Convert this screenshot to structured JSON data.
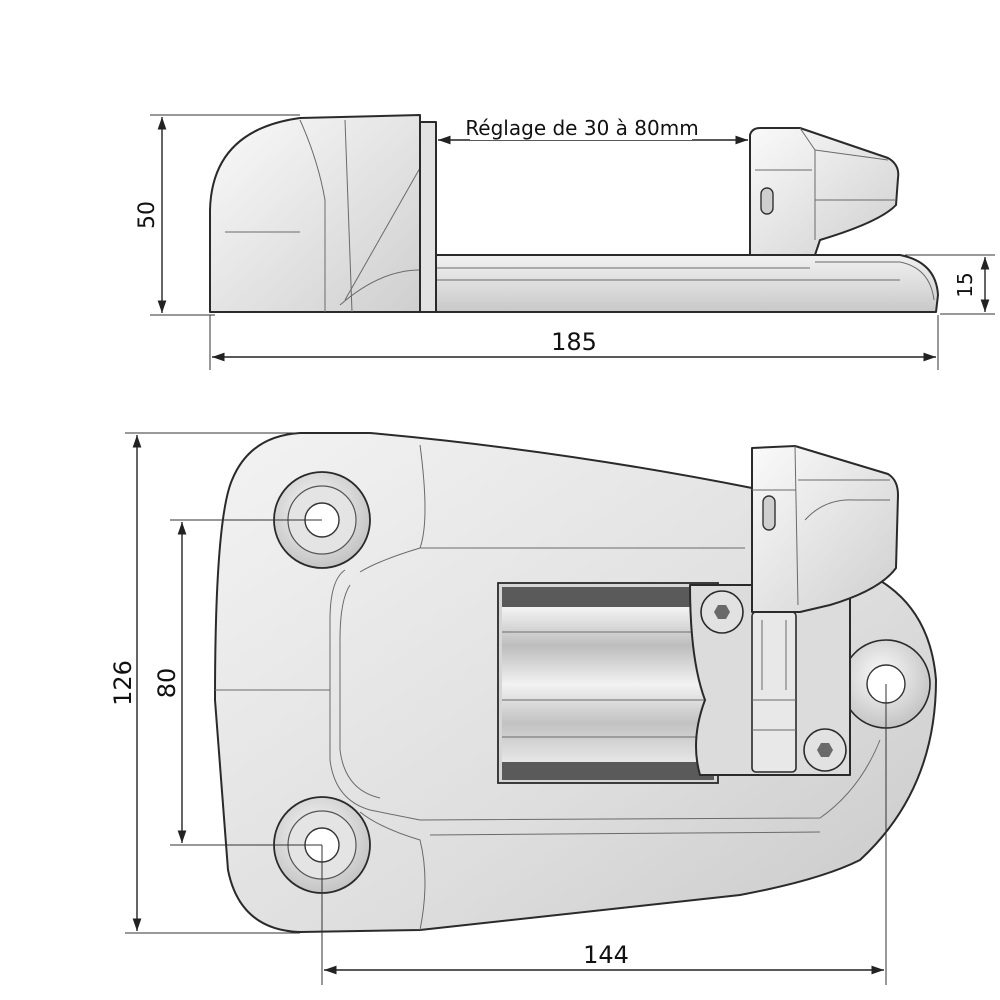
{
  "drawing": {
    "adjustment_label": "Réglage de 30 à 80mm",
    "dims": {
      "height_total": "50",
      "base_height": "15",
      "length_total": "185",
      "width_total": "126",
      "hole_spacing_vertical": "80",
      "hole_spacing_horizontal": "144"
    }
  }
}
